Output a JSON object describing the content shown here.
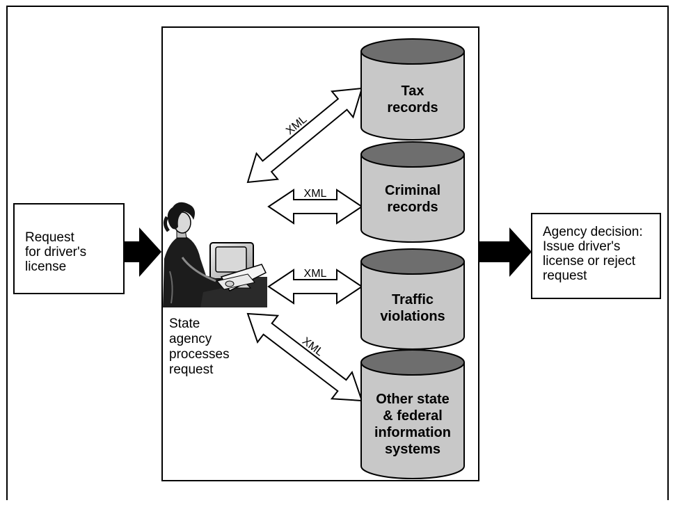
{
  "request_box": {
    "text": "Request\nfor driver's\nlicense"
  },
  "decision_box": {
    "text": "Agency decision:\nIssue driver's\nlicense or reject\nrequest"
  },
  "agency_caption": {
    "text": "State\nagency\nprocesses\nrequest"
  },
  "databases": [
    {
      "lines": [
        "Tax",
        "records"
      ]
    },
    {
      "lines": [
        "Criminal",
        "records"
      ]
    },
    {
      "lines": [
        "Traffic",
        "violations"
      ]
    },
    {
      "lines": [
        "Other state",
        "& federal",
        "information",
        "systems"
      ]
    }
  ],
  "arrow_label": "XML",
  "colors": {
    "cylinder_body": "#c8c8c8",
    "cylinder_top": "#6e6e6e",
    "arrow_fill": "#000000"
  }
}
